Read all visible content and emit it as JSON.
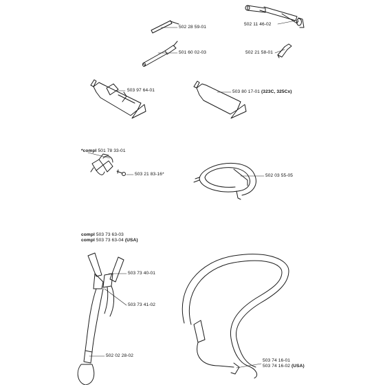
{
  "parts": [
    {
      "id": "pin",
      "part_number": "502 28 59-01",
      "note": ""
    },
    {
      "id": "socket-wrench",
      "part_number": "502 11 46-02",
      "note": ""
    },
    {
      "id": "shaft-tool",
      "part_number": "501 60 02-03",
      "note": ""
    },
    {
      "id": "hex-key",
      "part_number": "502 21 58-01",
      "note": ""
    },
    {
      "id": "grease-tube-1",
      "part_number": "503 97 64-01",
      "note": ""
    },
    {
      "id": "grease-tube-2",
      "part_number": "503 80 17-01",
      "note": "(323C, 325Cx)"
    },
    {
      "id": "clamp",
      "part_number": "501 78 33-01",
      "prefix": "*compl"
    },
    {
      "id": "screw",
      "part_number": "503 21 83-16*",
      "note": ""
    },
    {
      "id": "guard-ring",
      "part_number": "502 03 55-05",
      "note": ""
    },
    {
      "id": "harness",
      "lines": [
        {
          "prefix": "compl",
          "part_number": "503 73 63-03",
          "note": ""
        },
        {
          "prefix": "compl",
          "part_number": "503 73 63-04",
          "note": "(USA)"
        }
      ]
    },
    {
      "id": "harness-buckle",
      "part_number": "503 73 40-01",
      "note": ""
    },
    {
      "id": "harness-strap",
      "part_number": "503 73 41-02",
      "note": ""
    },
    {
      "id": "hook",
      "part_number": "502 02 28-02",
      "note": ""
    },
    {
      "id": "shoulder-strap",
      "lines": [
        {
          "part_number": "503 74 16-01",
          "note": ""
        },
        {
          "part_number": "503 74 16-02",
          "note": "(USA)"
        }
      ]
    }
  ],
  "colors": {
    "line": "#1a1a1a",
    "background": "#ffffff"
  }
}
